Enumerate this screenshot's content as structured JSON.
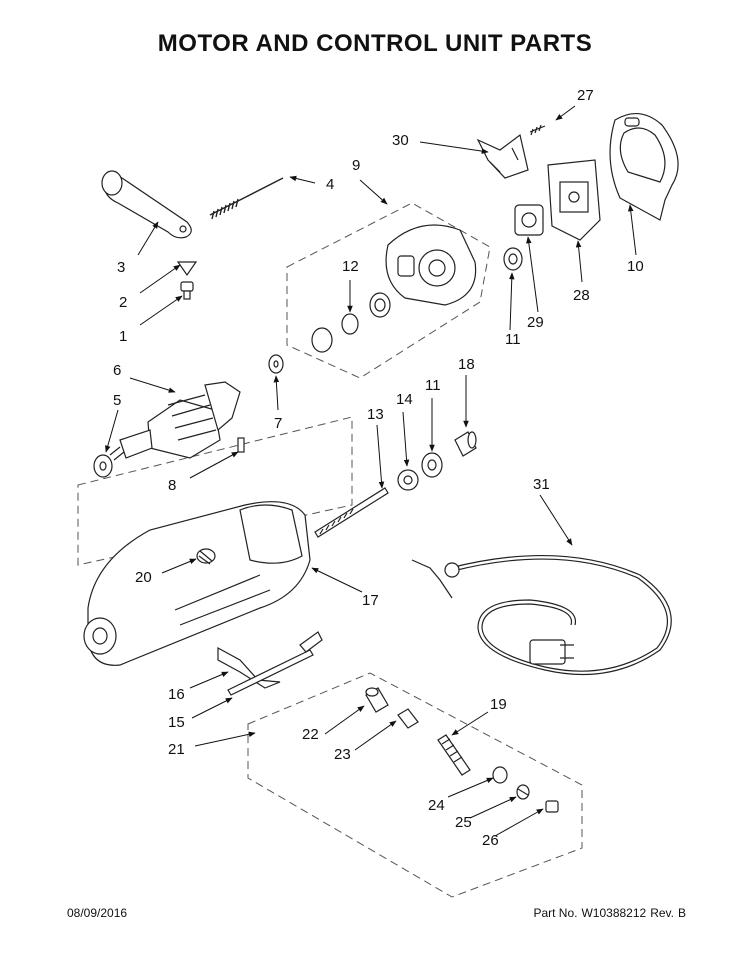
{
  "title": "MOTOR AND CONTROL UNIT PARTS",
  "footer": {
    "date": "08/09/2016",
    "part_no_label": "Part No.",
    "part_no": "W10388212",
    "rev_label": "Rev.",
    "rev": "B"
  },
  "callouts": [
    {
      "id": "1",
      "text": "1"
    },
    {
      "id": "2",
      "text": "2"
    },
    {
      "id": "3",
      "text": "3"
    },
    {
      "id": "4",
      "text": "4"
    },
    {
      "id": "5",
      "text": "5"
    },
    {
      "id": "6",
      "text": "6"
    },
    {
      "id": "7",
      "text": "7"
    },
    {
      "id": "8",
      "text": "8"
    },
    {
      "id": "9",
      "text": "9"
    },
    {
      "id": "10",
      "text": "10"
    },
    {
      "id": "11a",
      "text": "11"
    },
    {
      "id": "11b",
      "text": "11"
    },
    {
      "id": "12",
      "text": "12"
    },
    {
      "id": "13",
      "text": "13"
    },
    {
      "id": "14",
      "text": "14"
    },
    {
      "id": "15",
      "text": "15"
    },
    {
      "id": "16",
      "text": "16"
    },
    {
      "id": "17",
      "text": "17"
    },
    {
      "id": "18",
      "text": "18"
    },
    {
      "id": "19",
      "text": "19"
    },
    {
      "id": "20",
      "text": "20"
    },
    {
      "id": "21",
      "text": "21"
    },
    {
      "id": "22",
      "text": "22"
    },
    {
      "id": "23",
      "text": "23"
    },
    {
      "id": "24",
      "text": "24"
    },
    {
      "id": "25",
      "text": "25"
    },
    {
      "id": "26",
      "text": "26"
    },
    {
      "id": "27",
      "text": "27"
    },
    {
      "id": "28",
      "text": "28"
    },
    {
      "id": "29",
      "text": "29"
    },
    {
      "id": "30",
      "text": "30"
    },
    {
      "id": "31",
      "text": "31"
    }
  ]
}
